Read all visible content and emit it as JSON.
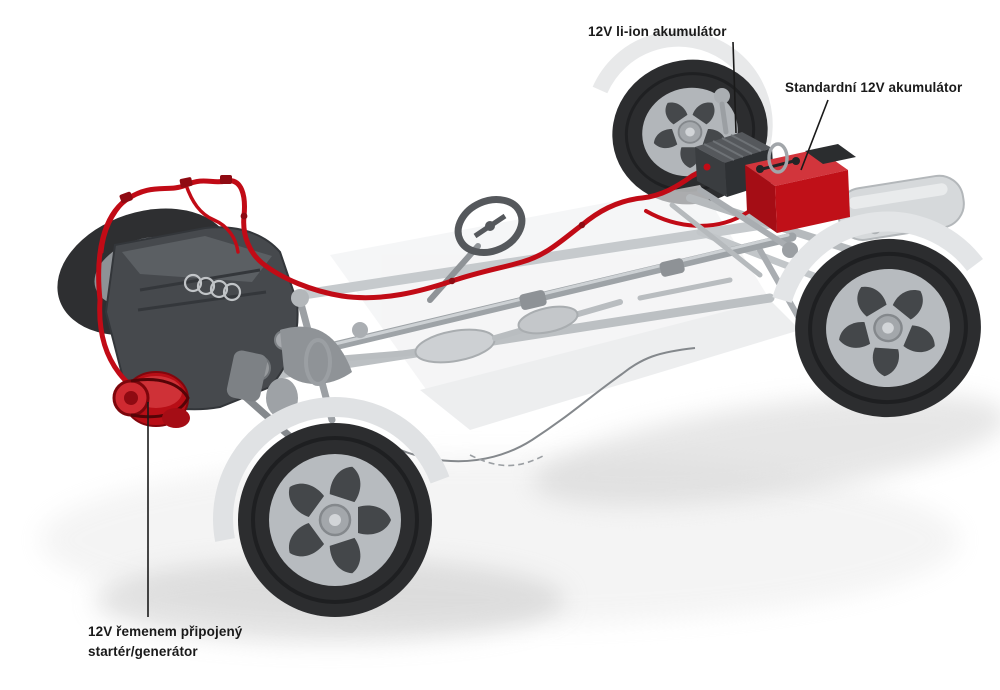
{
  "figure": {
    "type": "technical-cutaway-diagram",
    "subject": "Car chassis with mild-hybrid 12V electrical system components highlighted",
    "background_color": "#ffffff",
    "highlight_color": "#c10b16",
    "label_text_color": "#1a1a1a",
    "labels": {
      "liion_battery": {
        "text": "12V li-ion akumulátor"
      },
      "standard_battery": {
        "text": "Standardní 12V akumulátor"
      },
      "starter_generator": {
        "line1": "12V řemenem připojený",
        "line2": "startér/generátor"
      }
    },
    "highlighted_components": [
      "12V li-ion battery (rear)",
      "Standard 12V battery (rear, red)",
      "Belt-driven starter/generator (front engine)",
      "Red 12V wiring harness"
    ]
  }
}
